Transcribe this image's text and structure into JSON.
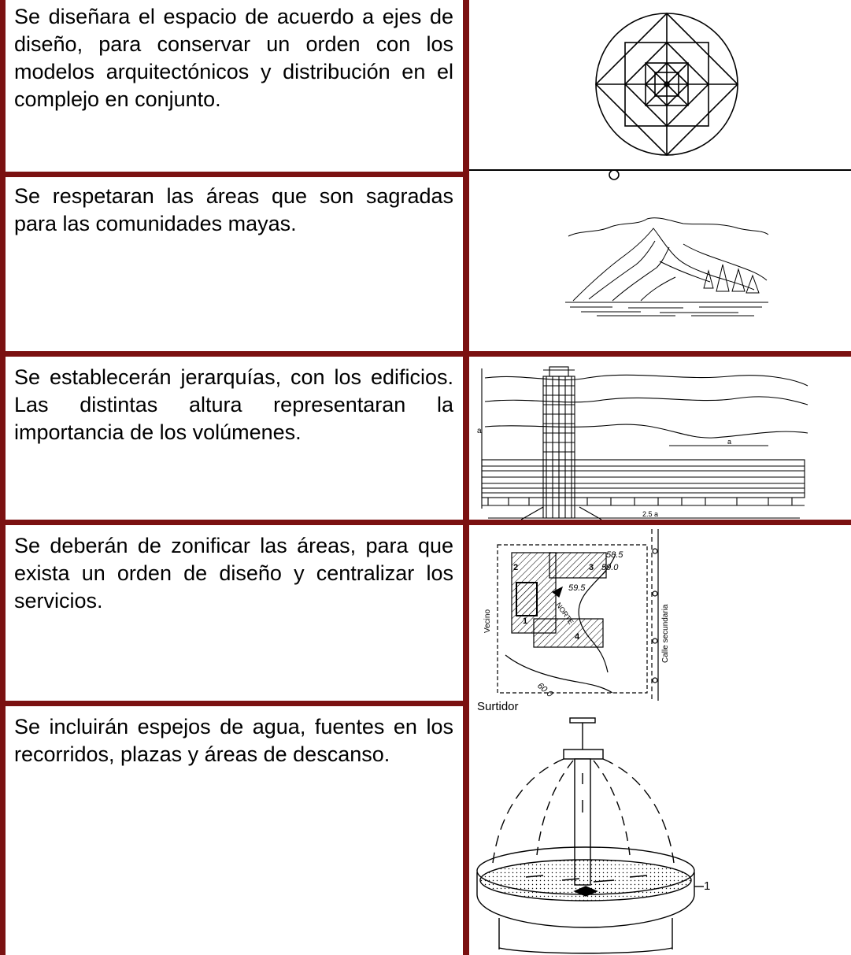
{
  "rows": [
    {
      "text": "Se diseñara el espacio de acuerdo a ejes de diseño, para conservar un orden con los modelos arquitectónicos y distribución en el complejo en conjunto.",
      "illustration": "concentric-geometry-drawing"
    },
    {
      "text": "Se respetaran las áreas que son sagradas para las comunidades mayas.",
      "illustration": "mountain-landscape-drawing"
    },
    {
      "text": "Se establecerán jerarquías, con los edificios. Las distintas altura representaran la importancia de los volúmenes.",
      "illustration": "tower-building-elevation",
      "labels": {
        "dim_a_side": "a",
        "dim_a_top": "a",
        "dim_bottom": "2.5 a"
      }
    },
    {
      "text": "Se deberán de zonificar las áreas, para que exista un orden de diseño y centralizar los servicios.",
      "illustration": "site-zoning-plan",
      "labels": {
        "neighbor": "Vecino",
        "street": "Calle secundaria",
        "north": "NORTE",
        "contour_1": "58.5",
        "contour_2": "59.0",
        "contour_3": "59.5",
        "contour_4": "60.0",
        "zone_1": "1",
        "zone_2": "2",
        "zone_3": "3",
        "zone_4": "4"
      }
    },
    {
      "text": "Se incluirán espejos de agua, fuentes en los recorridos, plazas y áreas de descanso.",
      "illustration": "fountain-drawing",
      "labels": {
        "title": "Surtidor",
        "callout": "1"
      }
    }
  ],
  "colors": {
    "border": "#7b1111",
    "ink": "#000000"
  }
}
